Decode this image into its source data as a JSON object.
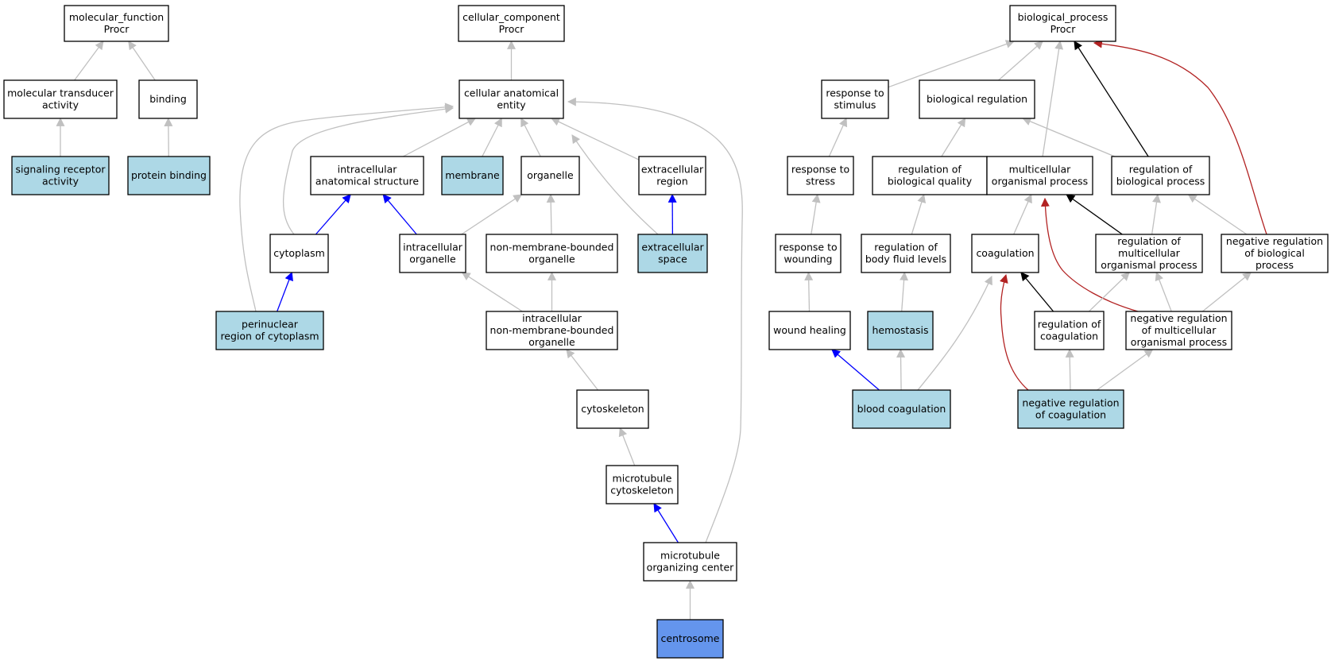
{
  "colors": {
    "plain": "#ffffff",
    "annotated": "#add8e6",
    "focus": "#6495ed",
    "is_a": "#c0c0c0",
    "part_of": "#0000ff",
    "regulates": "#000000",
    "negatively_regulates": "#b22222"
  },
  "nodes": [
    {
      "id": "mf",
      "lines": [
        "molecular_function",
        "Procr"
      ],
      "fill": "plain"
    },
    {
      "id": "mta",
      "lines": [
        "molecular transducer",
        "activity"
      ],
      "fill": "plain"
    },
    {
      "id": "binding",
      "lines": [
        "binding"
      ],
      "fill": "plain"
    },
    {
      "id": "sra",
      "lines": [
        "signaling receptor",
        "activity"
      ],
      "fill": "annotated"
    },
    {
      "id": "pb",
      "lines": [
        "protein binding"
      ],
      "fill": "annotated"
    },
    {
      "id": "cc",
      "lines": [
        "cellular_component",
        "Procr"
      ],
      "fill": "plain"
    },
    {
      "id": "cae",
      "lines": [
        "cellular anatomical",
        "entity"
      ],
      "fill": "plain"
    },
    {
      "id": "ias",
      "lines": [
        "intracellular",
        "anatomical structure"
      ],
      "fill": "plain"
    },
    {
      "id": "membrane",
      "lines": [
        "membrane"
      ],
      "fill": "annotated"
    },
    {
      "id": "organelle",
      "lines": [
        "organelle"
      ],
      "fill": "plain"
    },
    {
      "id": "er",
      "lines": [
        "extracellular",
        "region"
      ],
      "fill": "plain"
    },
    {
      "id": "cytoplasm",
      "lines": [
        "cytoplasm"
      ],
      "fill": "plain"
    },
    {
      "id": "io",
      "lines": [
        "intracellular",
        "organelle"
      ],
      "fill": "plain"
    },
    {
      "id": "nmbo",
      "lines": [
        "non-membrane-bounded",
        "organelle"
      ],
      "fill": "plain"
    },
    {
      "id": "es",
      "lines": [
        "extracellular",
        "space"
      ],
      "fill": "annotated"
    },
    {
      "id": "prc",
      "lines": [
        "perinuclear",
        "region of cytoplasm"
      ],
      "fill": "annotated"
    },
    {
      "id": "inmbo",
      "lines": [
        "intracellular",
        "non-membrane-bounded",
        "organelle"
      ],
      "fill": "plain"
    },
    {
      "id": "cytoskeleton",
      "lines": [
        "cytoskeleton"
      ],
      "fill": "plain"
    },
    {
      "id": "mtc",
      "lines": [
        "microtubule",
        "cytoskeleton"
      ],
      "fill": "plain"
    },
    {
      "id": "mtoc",
      "lines": [
        "microtubule",
        "organizing center"
      ],
      "fill": "plain"
    },
    {
      "id": "centrosome",
      "lines": [
        "centrosome"
      ],
      "fill": "focus"
    },
    {
      "id": "bp",
      "lines": [
        "biological_process",
        "Procr"
      ],
      "fill": "plain"
    },
    {
      "id": "rts",
      "lines": [
        "response to",
        "stimulus"
      ],
      "fill": "plain"
    },
    {
      "id": "breg",
      "lines": [
        "biological regulation"
      ],
      "fill": "plain"
    },
    {
      "id": "rtstress",
      "lines": [
        "response to",
        "stress"
      ],
      "fill": "plain"
    },
    {
      "id": "rbq",
      "lines": [
        "regulation of",
        "biological quality"
      ],
      "fill": "plain"
    },
    {
      "id": "mop",
      "lines": [
        "multicellular",
        "organismal process"
      ],
      "fill": "plain"
    },
    {
      "id": "rbp",
      "lines": [
        "regulation of",
        "biological process"
      ],
      "fill": "plain"
    },
    {
      "id": "rtw",
      "lines": [
        "response to",
        "wounding"
      ],
      "fill": "plain"
    },
    {
      "id": "rbfl",
      "lines": [
        "regulation of",
        "body fluid levels"
      ],
      "fill": "plain"
    },
    {
      "id": "coag",
      "lines": [
        "coagulation"
      ],
      "fill": "plain"
    },
    {
      "id": "rmop",
      "lines": [
        "regulation of",
        "multicellular",
        "organismal process"
      ],
      "fill": "plain"
    },
    {
      "id": "nrbp",
      "lines": [
        "negative regulation",
        "of biological",
        "process"
      ],
      "fill": "plain"
    },
    {
      "id": "wh",
      "lines": [
        "wound healing"
      ],
      "fill": "plain"
    },
    {
      "id": "hemo",
      "lines": [
        "hemostasis"
      ],
      "fill": "annotated"
    },
    {
      "id": "rcoag",
      "lines": [
        "regulation of",
        "coagulation"
      ],
      "fill": "plain"
    },
    {
      "id": "nrmop",
      "lines": [
        "negative regulation",
        "of multicellular",
        "organismal process"
      ],
      "fill": "plain"
    },
    {
      "id": "bc",
      "lines": [
        "blood coagulation"
      ],
      "fill": "annotated"
    },
    {
      "id": "nrc",
      "lines": [
        "negative regulation",
        "of coagulation"
      ],
      "fill": "annotated"
    }
  ],
  "edges": [
    {
      "from": "mta",
      "to": "mf",
      "type": "is_a"
    },
    {
      "from": "binding",
      "to": "mf",
      "type": "is_a"
    },
    {
      "from": "sra",
      "to": "mta",
      "type": "is_a"
    },
    {
      "from": "pb",
      "to": "binding",
      "type": "is_a"
    },
    {
      "from": "cae",
      "to": "cc",
      "type": "is_a"
    },
    {
      "from": "ias",
      "to": "cae",
      "type": "is_a"
    },
    {
      "from": "membrane",
      "to": "cae",
      "type": "is_a"
    },
    {
      "from": "organelle",
      "to": "cae",
      "type": "is_a"
    },
    {
      "from": "er",
      "to": "cae",
      "type": "is_a"
    },
    {
      "from": "cytoplasm",
      "to": "cae",
      "type": "is_a"
    },
    {
      "from": "prc",
      "to": "cae",
      "type": "is_a"
    },
    {
      "from": "es",
      "to": "cae",
      "type": "is_a"
    },
    {
      "from": "mtoc",
      "to": "cae",
      "type": "is_a"
    },
    {
      "from": "cytoplasm",
      "to": "ias",
      "type": "part_of"
    },
    {
      "from": "io",
      "to": "ias",
      "type": "part_of"
    },
    {
      "from": "io",
      "to": "organelle",
      "type": "is_a"
    },
    {
      "from": "nmbo",
      "to": "organelle",
      "type": "is_a"
    },
    {
      "from": "es",
      "to": "er",
      "type": "part_of"
    },
    {
      "from": "prc",
      "to": "cytoplasm",
      "type": "part_of"
    },
    {
      "from": "inmbo",
      "to": "io",
      "type": "is_a"
    },
    {
      "from": "inmbo",
      "to": "nmbo",
      "type": "is_a"
    },
    {
      "from": "cytoskeleton",
      "to": "inmbo",
      "type": "is_a"
    },
    {
      "from": "mtc",
      "to": "cytoskeleton",
      "type": "is_a"
    },
    {
      "from": "mtoc",
      "to": "mtc",
      "type": "part_of"
    },
    {
      "from": "centrosome",
      "to": "mtoc",
      "type": "is_a"
    },
    {
      "from": "rts",
      "to": "bp",
      "type": "is_a"
    },
    {
      "from": "breg",
      "to": "bp",
      "type": "is_a"
    },
    {
      "from": "mop",
      "to": "bp",
      "type": "is_a"
    },
    {
      "from": "rbp",
      "to": "bp",
      "type": "regulates"
    },
    {
      "from": "nrbp",
      "to": "bp",
      "type": "negatively_regulates"
    },
    {
      "from": "rtstress",
      "to": "rts",
      "type": "is_a"
    },
    {
      "from": "rbq",
      "to": "breg",
      "type": "is_a"
    },
    {
      "from": "rbp",
      "to": "breg",
      "type": "is_a"
    },
    {
      "from": "rtw",
      "to": "rtstress",
      "type": "is_a"
    },
    {
      "from": "rbfl",
      "to": "rbq",
      "type": "is_a"
    },
    {
      "from": "coag",
      "to": "mop",
      "type": "is_a"
    },
    {
      "from": "rmop",
      "to": "mop",
      "type": "regulates"
    },
    {
      "from": "nrmop",
      "to": "mop",
      "type": "negatively_regulates"
    },
    {
      "from": "rmop",
      "to": "rbp",
      "type": "is_a"
    },
    {
      "from": "nrbp",
      "to": "rbp",
      "type": "is_a"
    },
    {
      "from": "wh",
      "to": "rtw",
      "type": "is_a"
    },
    {
      "from": "hemo",
      "to": "rbfl",
      "type": "is_a"
    },
    {
      "from": "rcoag",
      "to": "coag",
      "type": "regulates"
    },
    {
      "from": "rcoag",
      "to": "rmop",
      "type": "is_a"
    },
    {
      "from": "nrmop",
      "to": "rmop",
      "type": "is_a"
    },
    {
      "from": "nrmop",
      "to": "nrbp",
      "type": "is_a"
    },
    {
      "from": "bc",
      "to": "wh",
      "type": "part_of"
    },
    {
      "from": "bc",
      "to": "hemo",
      "type": "is_a"
    },
    {
      "from": "bc",
      "to": "coag",
      "type": "is_a"
    },
    {
      "from": "nrc",
      "to": "coag",
      "type": "negatively_regulates"
    },
    {
      "from": "nrc",
      "to": "rcoag",
      "type": "is_a"
    },
    {
      "from": "nrc",
      "to": "nrmop",
      "type": "is_a"
    }
  ]
}
